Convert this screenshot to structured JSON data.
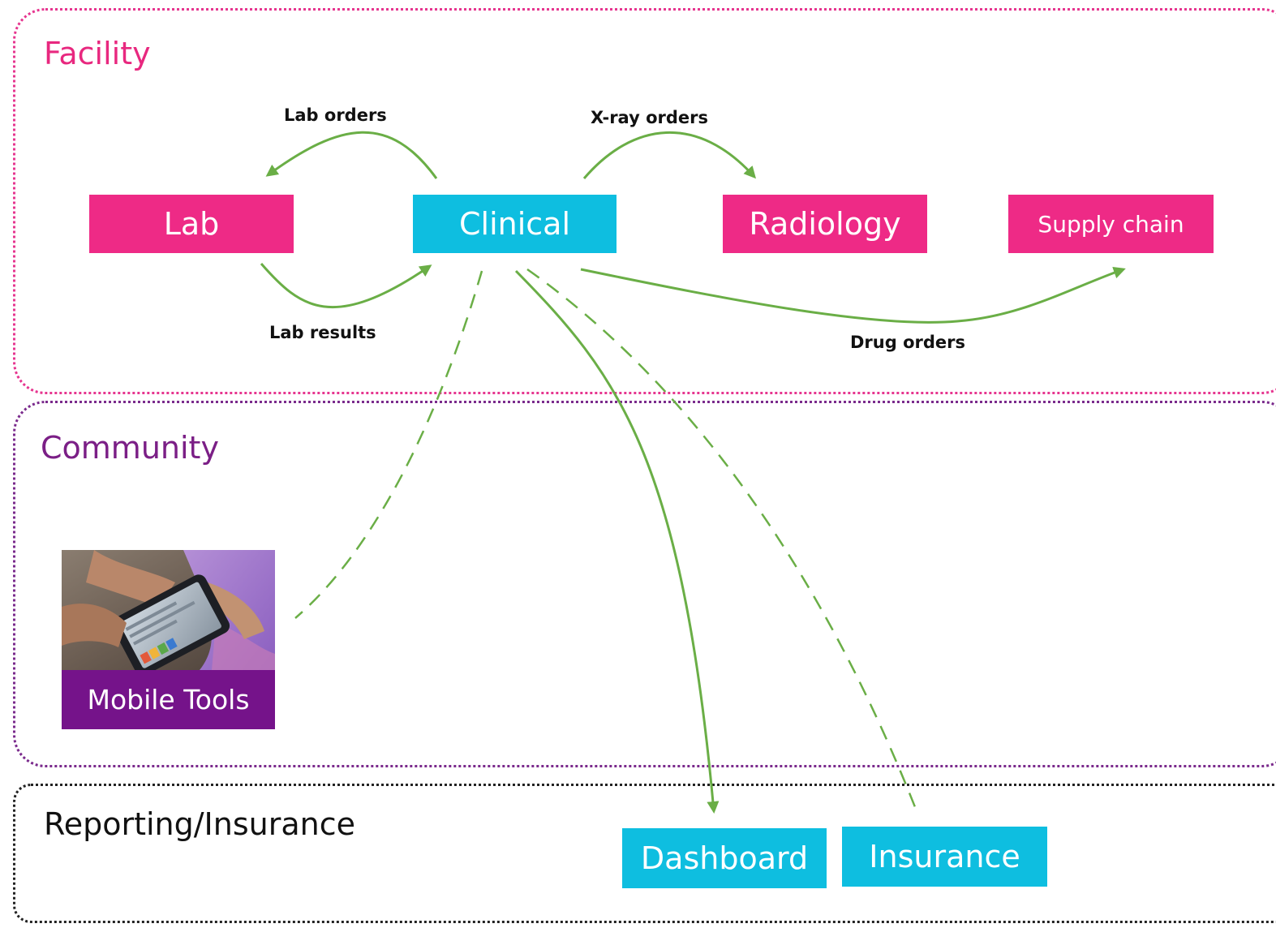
{
  "zones": {
    "facility": "Facility",
    "community": "Community",
    "reporting": "Reporting/Insurance"
  },
  "nodes": {
    "lab": "Lab",
    "clinical": "Clinical",
    "radiology": "Radiology",
    "supply_chain": "Supply chain",
    "mobile_tools": "Mobile Tools",
    "dashboard": "Dashboard",
    "insurance": "Insurance"
  },
  "edges": {
    "lab_orders": "Lab orders",
    "xray_orders": "X-ray orders",
    "lab_results": "Lab results",
    "drug_orders": "Drug orders"
  },
  "colors": {
    "facility_accent": "#e8287f",
    "community_accent": "#7b1f86",
    "node_pink": "#ee2a86",
    "node_cyan": "#0ebee0",
    "mobile_purple": "#75138a",
    "arrow_green": "#6aae46"
  }
}
